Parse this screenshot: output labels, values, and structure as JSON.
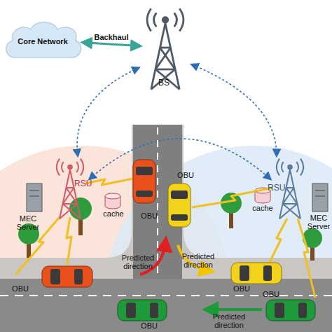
{
  "diagram": {
    "nodes": [
      {
        "text": [
          "Core Network"
        ]
      },
      {
        "text": [
          "BS"
        ]
      },
      {
        "text": [
          "RSU"
        ]
      },
      {
        "text": [
          "RSU"
        ]
      }
    ],
    "edges": [
      {
        "from": 0,
        "to": 1,
        "arrow": "both",
        "label": "Backhaul"
      },
      {
        "from": 1,
        "to": 2,
        "arrow": "both"
      },
      {
        "from": 1,
        "to": 3,
        "arrow": "both"
      },
      {
        "from": 2,
        "to": 3,
        "arrow": "both"
      }
    ],
    "labels": [
      "cache",
      "MEC Server",
      "cache",
      "MEC Server",
      "OBU",
      "OBU",
      "OBU",
      "OBU",
      "OBU",
      "OBU",
      "Predicted direction",
      "Predicted direction",
      "Predicted direction"
    ]
  }
}
